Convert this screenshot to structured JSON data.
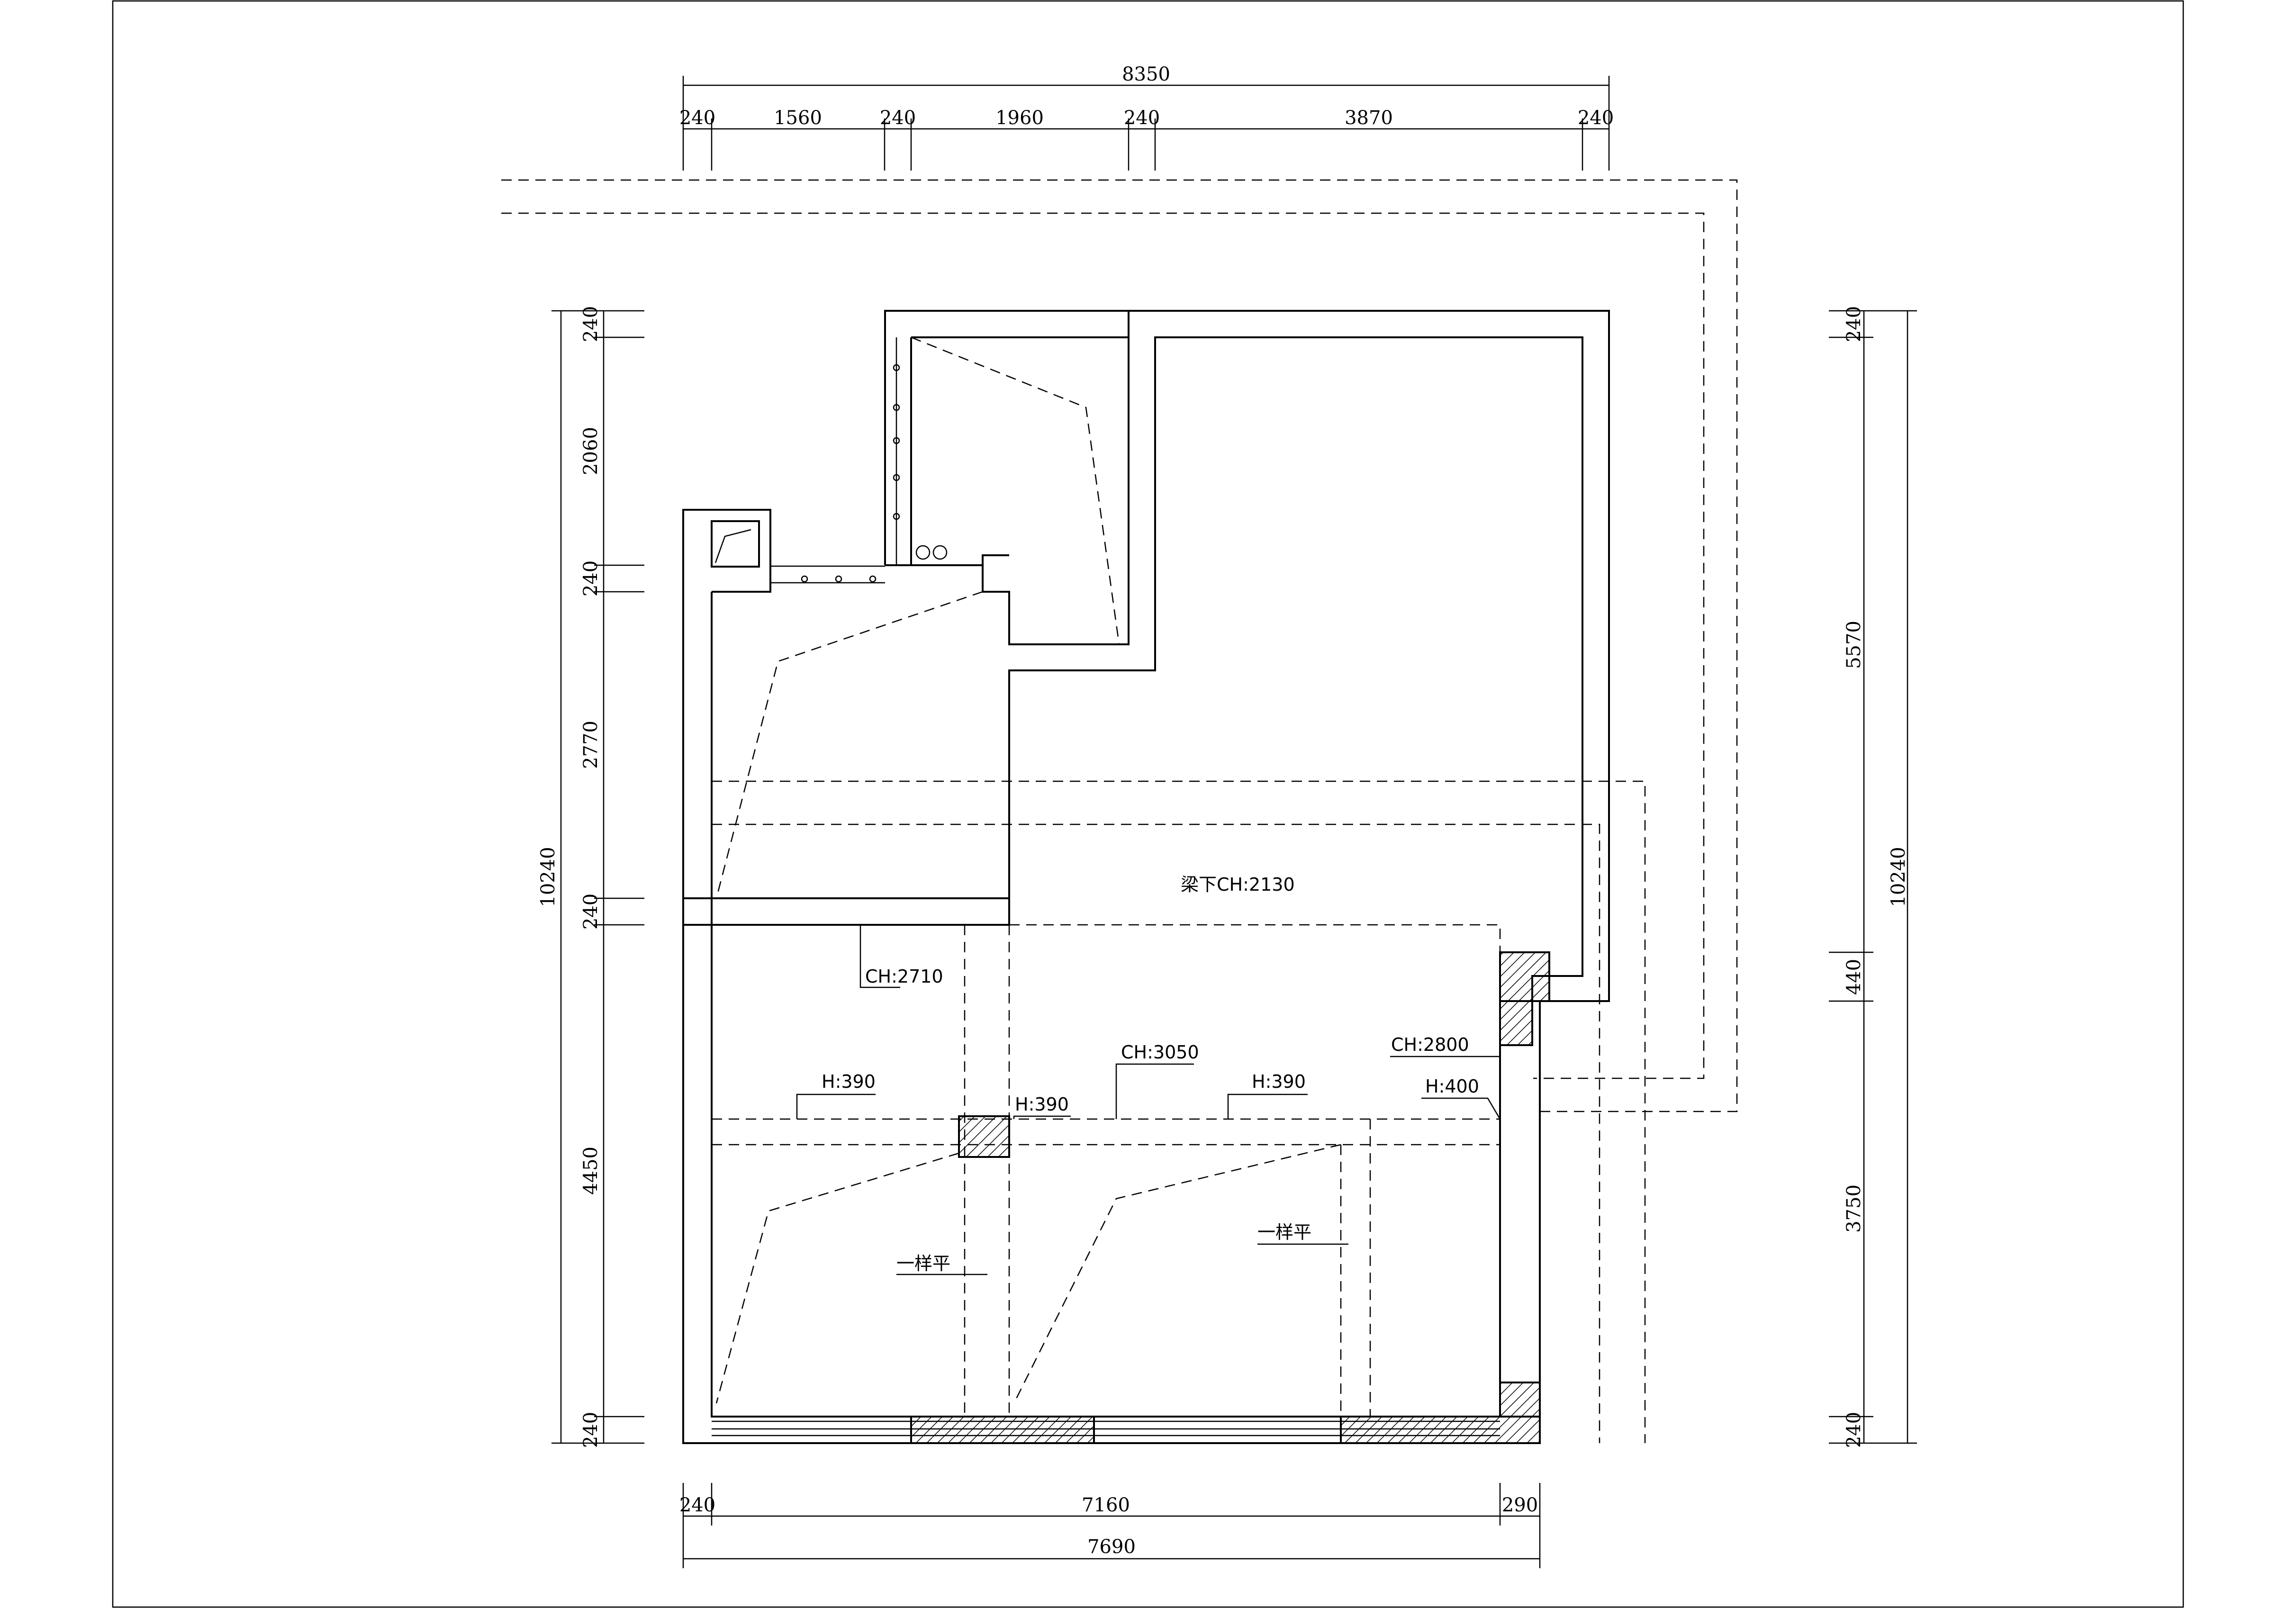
{
  "dimensions": {
    "top_total": "8350",
    "top_segments": [
      "240",
      "1560",
      "240",
      "1960",
      "240",
      "3870",
      "240"
    ],
    "bottom_segments": [
      "240",
      "7160",
      "290"
    ],
    "bottom_total": "7690",
    "left_total": "10240",
    "left_segments": [
      "240",
      "2060",
      "240",
      "2770",
      "240",
      "4450",
      "240"
    ],
    "right_total": "10240",
    "right_segments": [
      "240",
      "5570",
      "440",
      "3750",
      "240"
    ]
  },
  "annotations": {
    "beam": "梁下CH:2130",
    "ch_2710": "CH:2710",
    "ch_3050": "CH:3050",
    "ch_2800": "CH:2800",
    "h_390_a": "H:390",
    "h_390_b": "H:390",
    "h_390_c": "H:390",
    "h_400": "H:400",
    "level_a": "一样平",
    "level_b": "一样平"
  }
}
